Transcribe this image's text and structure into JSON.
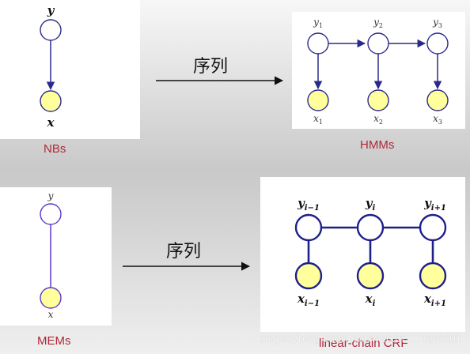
{
  "nbs": {
    "caption": "NBs",
    "y_label": "y",
    "x_label": "x"
  },
  "hmms": {
    "caption": "HMMs",
    "states": [
      {
        "base": "y",
        "sub": "1"
      },
      {
        "base": "y",
        "sub": "2"
      },
      {
        "base": "y",
        "sub": "3"
      }
    ],
    "observations": [
      {
        "base": "x",
        "sub": "1"
      },
      {
        "base": "x",
        "sub": "2"
      },
      {
        "base": "x",
        "sub": "3"
      }
    ]
  },
  "mems": {
    "caption": "MEMs",
    "y_label": "y",
    "x_label": "x"
  },
  "crf": {
    "caption": "linear-chain CRF",
    "states": [
      {
        "base": "y",
        "sub": "i−1"
      },
      {
        "base": "y",
        "sub": "i"
      },
      {
        "base": "y",
        "sub": "i+1"
      }
    ],
    "observations": [
      {
        "base": "x",
        "sub": "i−1"
      },
      {
        "base": "x",
        "sub": "i"
      },
      {
        "base": "x",
        "sub": "i+1"
      }
    ]
  },
  "arrows": {
    "top_label": "序列",
    "bottom_label": "序列"
  },
  "watermark": "https://blog.csdn.net/weixin_… rabbit0",
  "colors": {
    "edge": "#2b2a8c",
    "mem_edge": "#5a39c8",
    "node_fill_hidden": "#ffffff",
    "node_fill_observed": "#ffff9c",
    "caption": "#b0283a"
  }
}
